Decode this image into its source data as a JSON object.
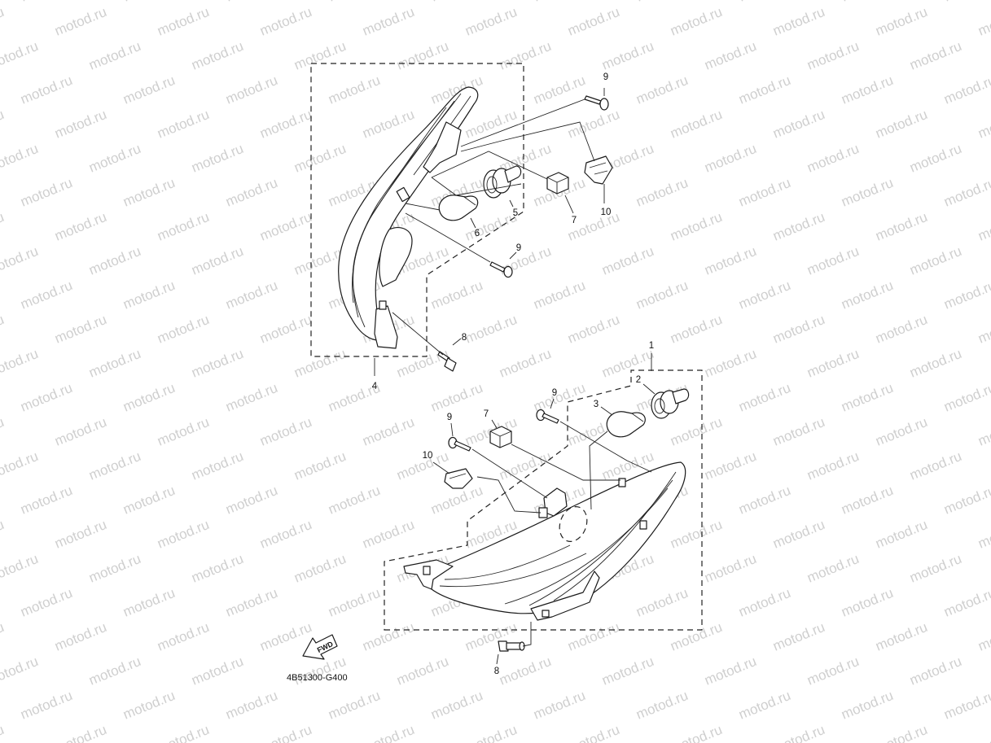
{
  "watermark": "motod.ru",
  "diagram_code": "4B51300-G400",
  "fwd_label": "FWD",
  "callouts": {
    "c1": "1",
    "c2": "2",
    "c3": "3",
    "c4": "4",
    "c5": "5",
    "c6": "6",
    "c7a": "7",
    "c7b": "7",
    "c8a": "8",
    "c8b": "8",
    "c9a": "9",
    "c9b": "9",
    "c9c": "9",
    "c9d": "9",
    "c10a": "10",
    "c10b": "10"
  },
  "colors": {
    "line": "#1a1a1a",
    "watermark": "#cfcfcf",
    "background": "#ffffff"
  }
}
